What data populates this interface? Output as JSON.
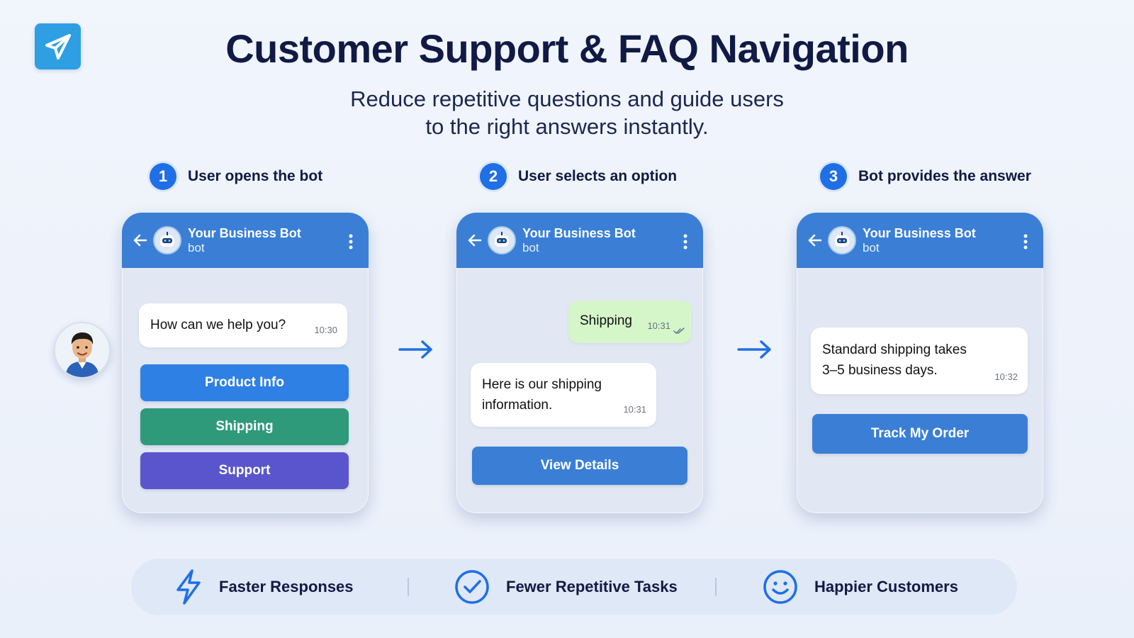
{
  "title": "Customer Support & FAQ Navigation",
  "subtitle": {
    "line1": "Reduce repetitive questions and guide users",
    "line2": "to the right answers instantly."
  },
  "steps": [
    {
      "number": "1",
      "label": "User opens the bot"
    },
    {
      "number": "2",
      "label": "User selects an option"
    },
    {
      "number": "3",
      "label": "Bot provides the answer"
    }
  ],
  "phones": [
    {
      "bot_name": "Your Business Bot",
      "bot_sub": "bot",
      "message": {
        "text": "How can we help you?",
        "time": "10:30"
      },
      "buttons": [
        {
          "label": "Product Info",
          "color": "#2f80e4"
        },
        {
          "label": "Shipping",
          "color": "#2e9a7a"
        },
        {
          "label": "Support",
          "color": "#5a55cc"
        }
      ]
    },
    {
      "bot_name": "Your Business Bot",
      "bot_sub": "bot",
      "user_message": {
        "text": "Shipping",
        "time": "10:31"
      },
      "message": {
        "line1": "Here is our shipping",
        "line2": "information.",
        "time": "10:31"
      },
      "button": {
        "label": "View Details",
        "color": "#3a7fd5"
      }
    },
    {
      "bot_name": "Your Business Bot",
      "bot_sub": "bot",
      "message": {
        "line1": "Standard shipping takes",
        "line2": "3–5 business days.",
        "time": "10:32"
      },
      "button": {
        "label": "Track My Order",
        "color": "#3a7fd5"
      }
    }
  ],
  "benefits": [
    {
      "label": "Faster Responses",
      "icon": "lightning-icon"
    },
    {
      "label": "Fewer Repetitive Tasks",
      "icon": "check-circle-icon"
    },
    {
      "label": "Happier Customers",
      "icon": "smiley-icon"
    }
  ],
  "colors": {
    "accent": "#1f6fe6",
    "header": "#3a7fd5",
    "logo": "#2f9fe4"
  }
}
